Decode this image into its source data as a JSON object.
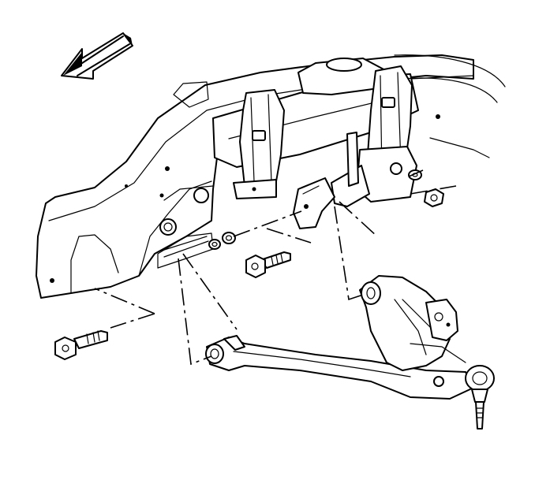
{
  "figure": {
    "type": "line-art exploded view",
    "components": [
      "direction-arrow",
      "frame-rail",
      "crossmember",
      "rear-bracket",
      "front-bracket",
      "lower-control-arm",
      "front-bolt",
      "rear-bolt",
      "washers",
      "nut",
      "ball-joint"
    ]
  },
  "colors": {
    "line": "#000000",
    "background": "#ffffff"
  }
}
